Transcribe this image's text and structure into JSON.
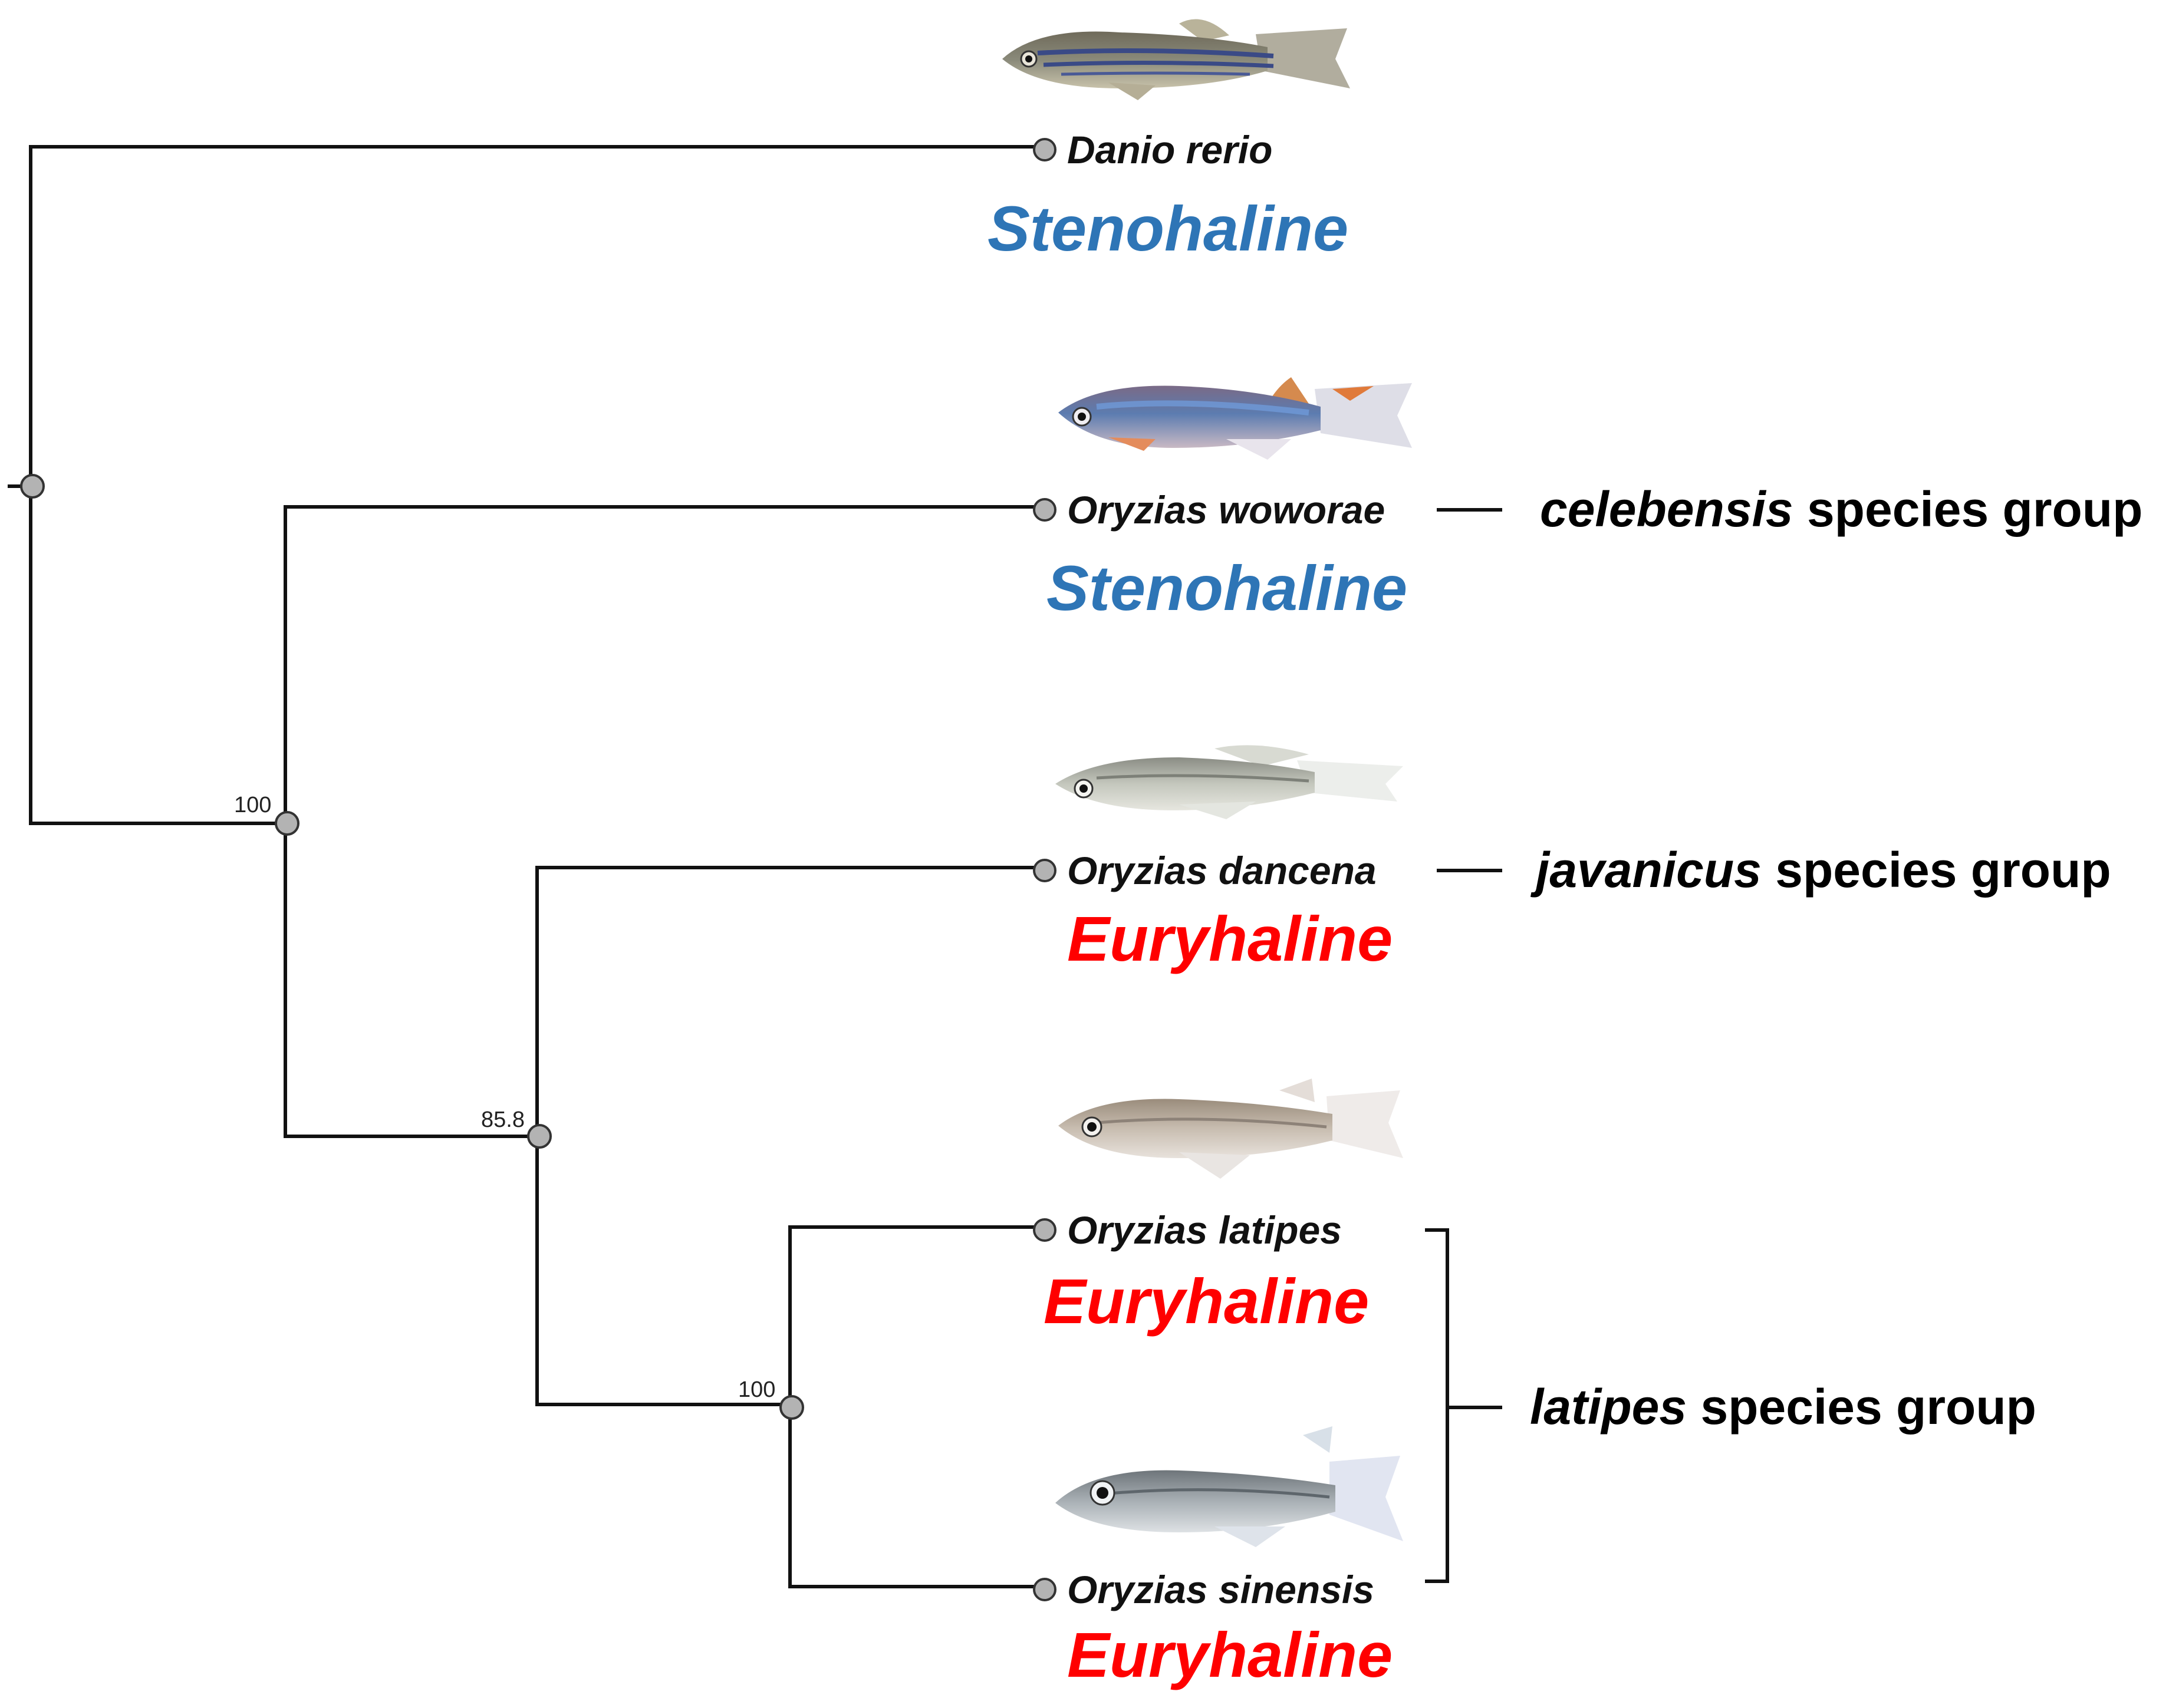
{
  "colors": {
    "stenohaline": "#2e75b6",
    "euryhaline": "#ff0000",
    "branch": "#111111",
    "node_fill": "#b3b3b3"
  },
  "taxa": [
    {
      "name": "Danio rerio",
      "habitat": "Stenohaline",
      "habitat_type": "stenohaline",
      "icon": "zebrafish-icon"
    },
    {
      "name": "Oryzias woworae",
      "habitat": "Stenohaline",
      "habitat_type": "stenohaline",
      "icon": "woworae-fish-icon"
    },
    {
      "name": "Oryzias dancena",
      "habitat": "Euryhaline",
      "habitat_type": "euryhaline",
      "icon": "dancena-fish-icon"
    },
    {
      "name": "Oryzias latipes",
      "habitat": "Euryhaline",
      "habitat_type": "euryhaline",
      "icon": "latipes-fish-icon"
    },
    {
      "name": "Oryzias sinensis",
      "habitat": "Euryhaline",
      "habitat_type": "euryhaline",
      "icon": "sinensis-fish-icon"
    }
  ],
  "support_values": {
    "oryzias_clade": "100",
    "dancena_latipes_clade": "85.8",
    "latipes_sinensis_clade": "100"
  },
  "species_groups": [
    {
      "italic": "celebensis",
      "rest": " species group"
    },
    {
      "italic": "javanicus",
      "rest": " species group"
    },
    {
      "italic": "latipes",
      "rest": " species group"
    }
  ]
}
